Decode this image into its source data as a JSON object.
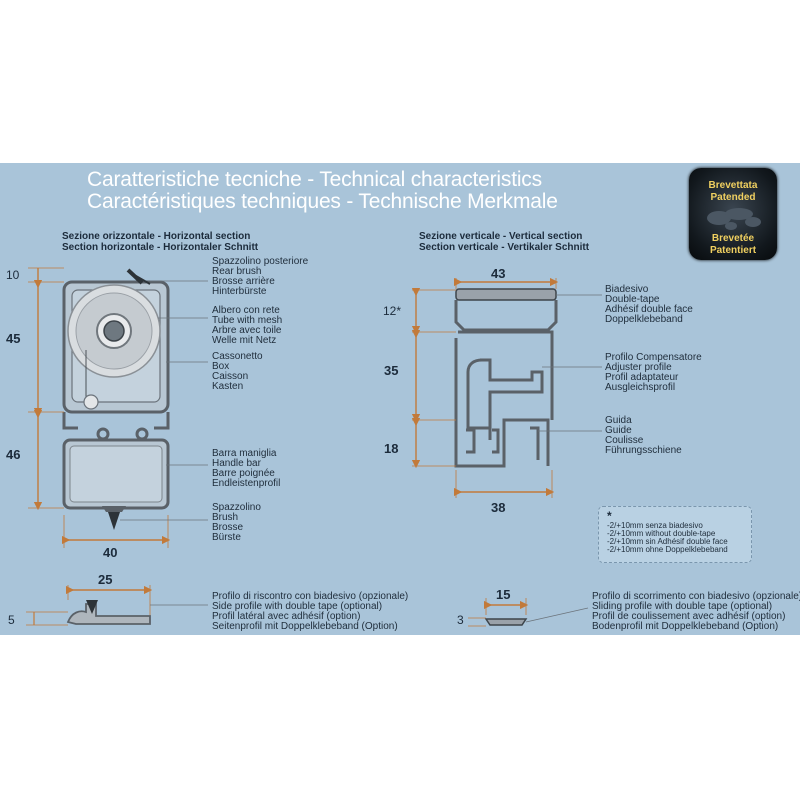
{
  "title": {
    "line1": "Caratteristiche tecniche - Technical characteristics",
    "line2": "Caractéristiques techniques - Technische  Merkmale"
  },
  "badge": {
    "lines": [
      "Brevettata",
      "Patended",
      "Brevetée",
      "Patentiert"
    ],
    "icon": "world-map-icon",
    "color": "#f0d060"
  },
  "horizontal": {
    "header": [
      "Sezione orizzontale - Horizontal section",
      "Section horizontale - Horizontaler Schnitt"
    ],
    "dims": {
      "top": "10",
      "upper": "45",
      "lower": "46",
      "width": "40"
    },
    "labels": {
      "rear_brush": [
        "Spazzolino posteriore",
        "Rear brush",
        "Brosse arrière",
        "Hinterbürste"
      ],
      "tube": [
        "Albero con rete",
        "Tube with mesh",
        "Arbre avec toile",
        "Welle mit Netz"
      ],
      "box": [
        "Cassonetto",
        "Box",
        "Caisson",
        "Kasten"
      ],
      "handle": [
        "Barra maniglia",
        "Handle bar",
        "Barre poignée",
        "Endleistenprofil"
      ],
      "brush": [
        "Spazzolino",
        "Brush",
        "Brosse",
        "Bürste"
      ]
    }
  },
  "vertical": {
    "header": [
      "Sezione verticale - Vertical section",
      "Section verticale - Vertikaler Schnitt"
    ],
    "dims": {
      "top": "43",
      "tape": "12*",
      "upper": "35",
      "lower": "18",
      "width": "38"
    },
    "labels": {
      "tape": [
        "Biadesivo",
        "Double-tape",
        "Adhésif double face",
        "Doppelklebeband"
      ],
      "adjuster": [
        "Profilo Compensatore",
        "Adjuster profile",
        "Profil adaptateur",
        "Ausgleichsprofil"
      ],
      "guide": [
        "Guida",
        "Guide",
        "Coulisse",
        "Führungsschiene"
      ]
    }
  },
  "note": {
    "star": "*",
    "lines": [
      "-2/+10mm senza biadesivo",
      "-2/+10mm without double-tape",
      "-2/+10mm sin Adhésif double face",
      "-2/+10mm ohne Doppelklebeband"
    ]
  },
  "side_profile": {
    "dims": {
      "width": "25",
      "height": "5"
    },
    "label": [
      "Profilo di riscontro con biadesivo (opzionale)",
      "Side profile with double tape (optional)",
      "Profil latéral avec adhésif (option)",
      "Seitenprofil mit Doppelklebeband (Option)"
    ]
  },
  "sliding_profile": {
    "dims": {
      "width": "15",
      "height": "3"
    },
    "label": [
      "Profilo di scorrimento con biadesivo (opzionale)",
      "Sliding profile with double tape (optional)",
      "Profil de coulissement avec adhésif (option)",
      "Bodenprofil mit Doppelklebeband (Option)"
    ]
  },
  "colors": {
    "panel": "#a9c4d9",
    "dimension": "#c27a3a",
    "profile": "#5a6168"
  }
}
